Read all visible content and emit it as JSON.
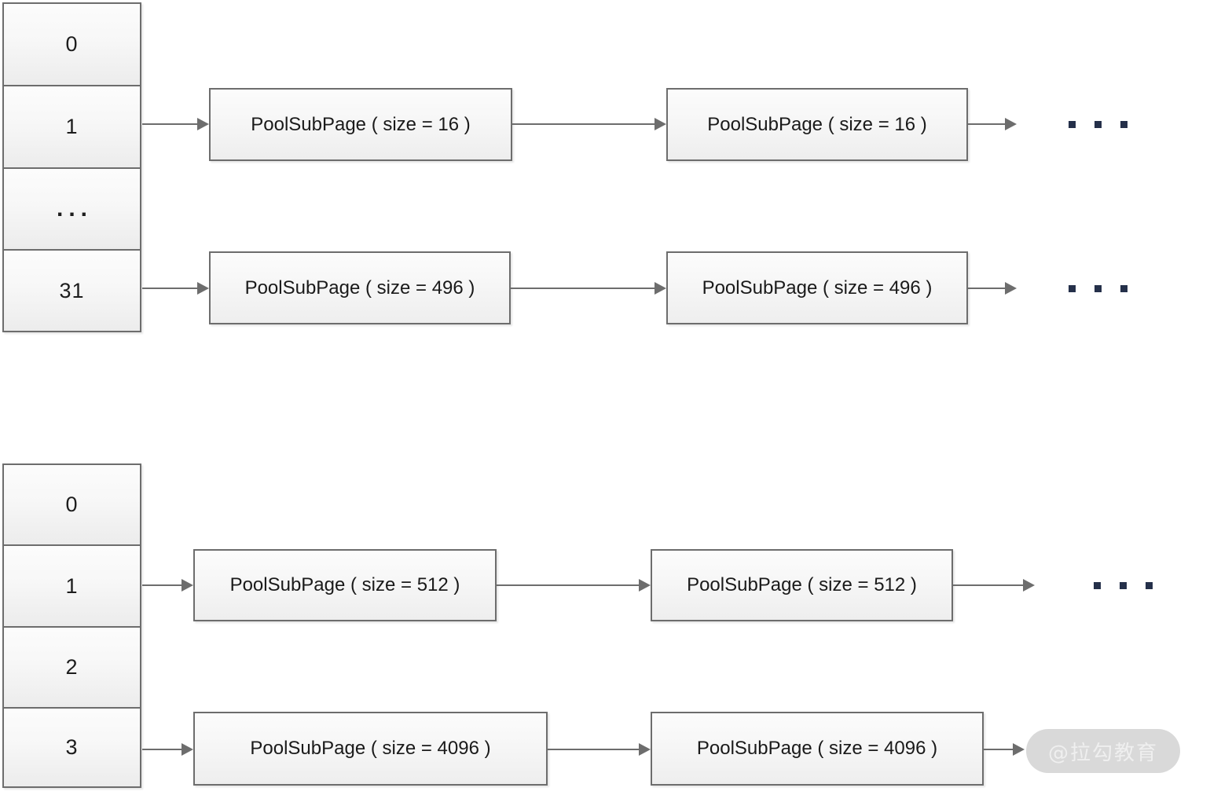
{
  "diagram": {
    "type": "linked-list-array-diagram",
    "sections": [
      {
        "name": "tiny-subpage-pools",
        "index_table": {
          "cells": [
            "0",
            "1",
            "...",
            "31"
          ]
        },
        "chains": [
          {
            "from_index": "1",
            "nodes": [
              "PoolSubPage ( size = 16 )",
              "PoolSubPage ( size = 16 )"
            ],
            "trailing": "..."
          },
          {
            "from_index": "31",
            "nodes": [
              "PoolSubPage ( size = 496 )",
              "PoolSubPage ( size = 496 )"
            ],
            "trailing": "..."
          }
        ]
      },
      {
        "name": "small-subpage-pools",
        "index_table": {
          "cells": [
            "0",
            "1",
            "2",
            "3"
          ]
        },
        "chains": [
          {
            "from_index": "1",
            "nodes": [
              "PoolSubPage ( size = 512 )",
              "PoolSubPage ( size = 512 )"
            ],
            "trailing": "..."
          },
          {
            "from_index": "3",
            "nodes": [
              "PoolSubPage ( size = 4096 )",
              "PoolSubPage ( size = 4096 )"
            ],
            "trailing": ""
          }
        ]
      }
    ]
  },
  "watermark": {
    "text": "@拉勾教育"
  },
  "colors": {
    "stroke": "#6d6d6d",
    "box_fill_top": "#fcfcfc",
    "box_fill_bottom": "#ececec",
    "text": "#1a1a1a",
    "dot": "#25304a",
    "watermark_bg": "#d9d9d9"
  }
}
